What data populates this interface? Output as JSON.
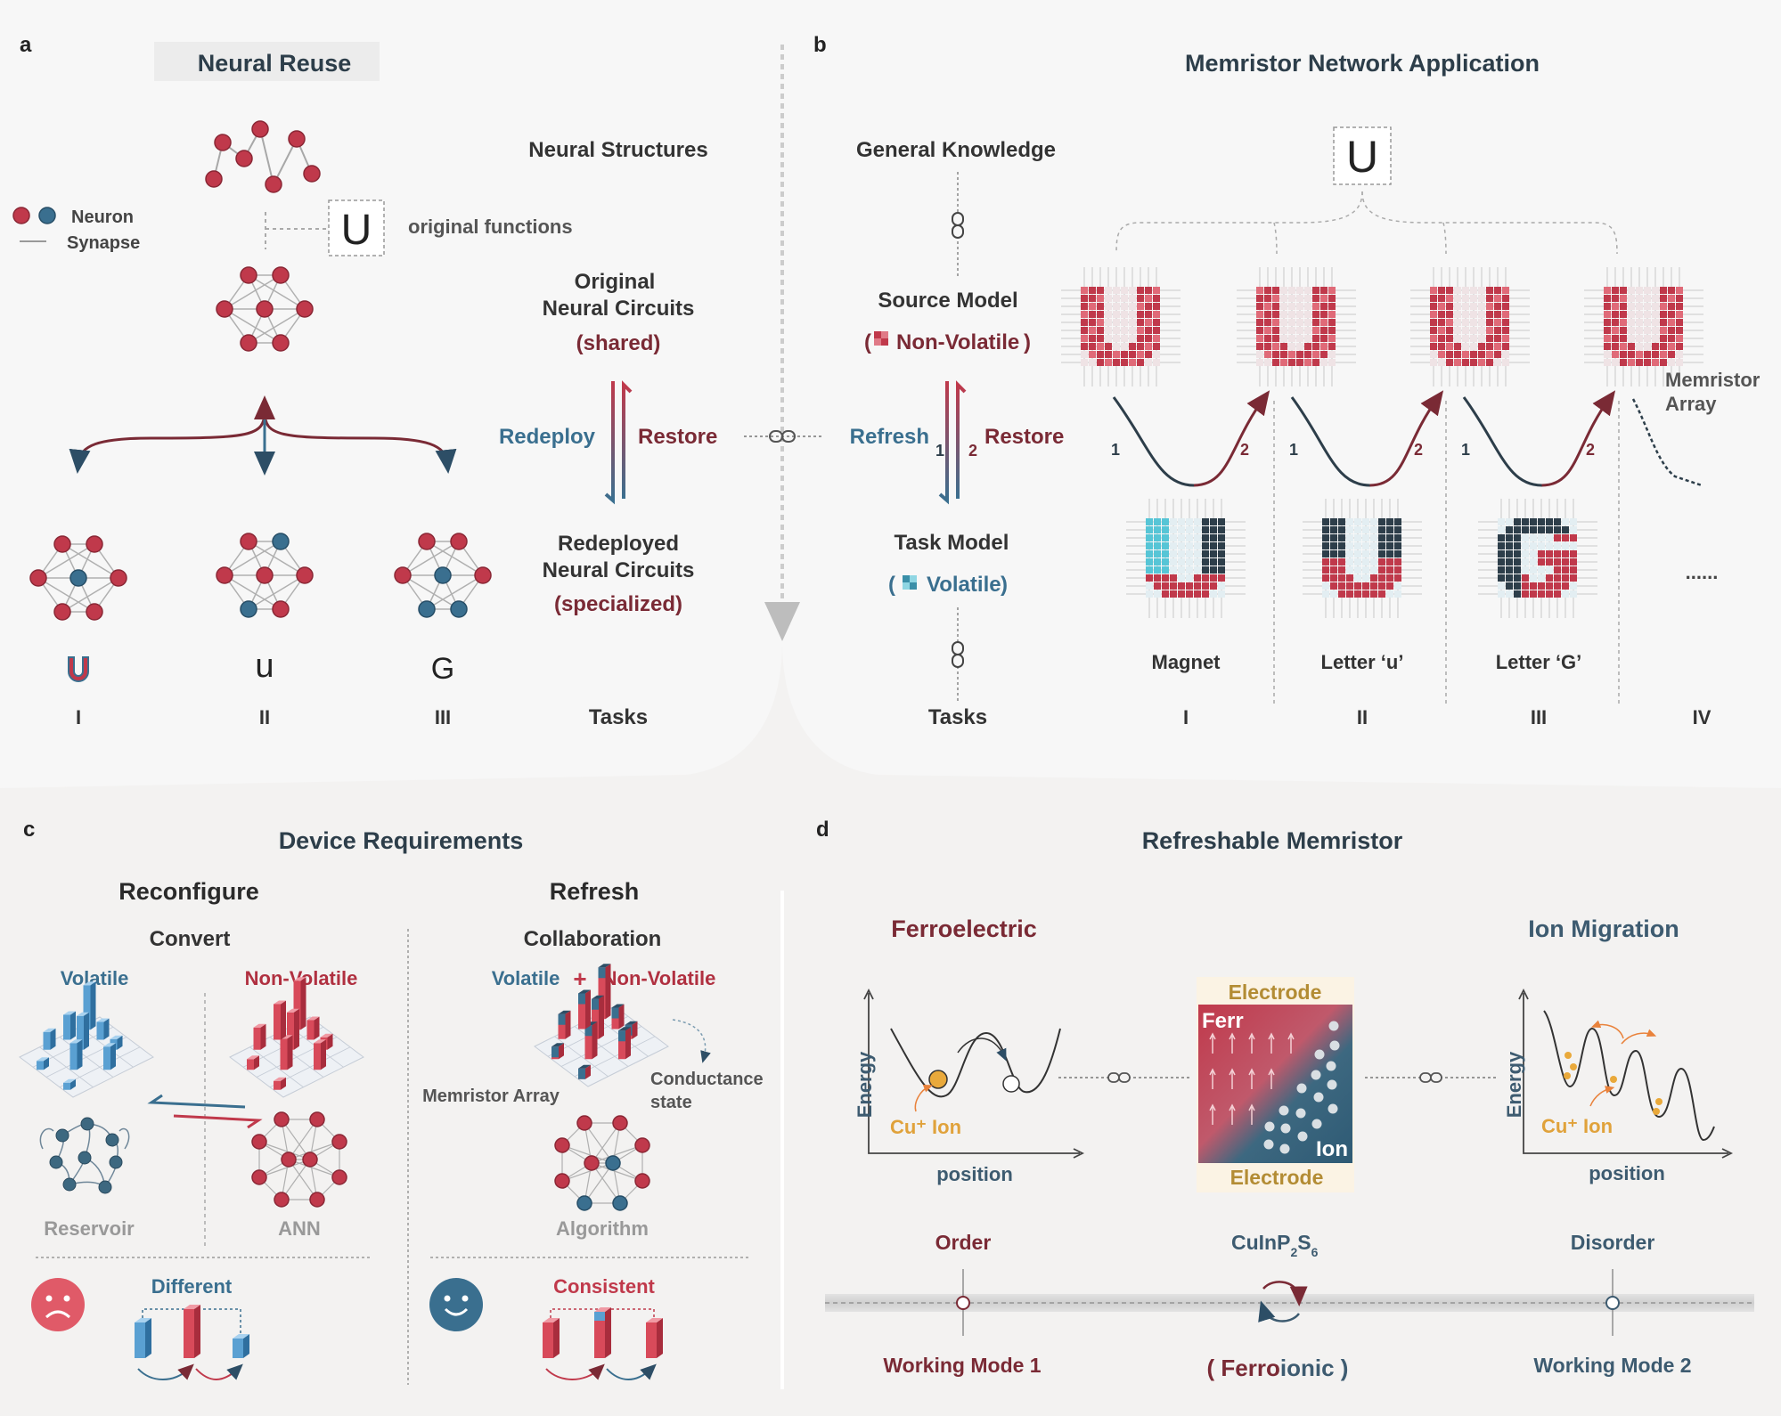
{
  "colors": {
    "red": "#c0394b",
    "blue": "#3a6f8f",
    "dark": "#2d3e4a",
    "gold": "#c9a042",
    "grey": "#8a8a8a",
    "orange": "#e9823b"
  },
  "panel_a": {
    "label": "a",
    "title": "Neural Reuse",
    "legend": {
      "neuron": "Neuron",
      "synapse": "Synapse"
    },
    "neural_structures": "Neural Structures",
    "original_functions": "original functions",
    "u_glyph": "U",
    "original_circuits": [
      "Original",
      "Neural Circuits"
    ],
    "shared": "(shared)",
    "redeploy": "Redeploy",
    "restore": "Restore",
    "redeployed_circuits": [
      "Redeployed",
      "Neural Circuits"
    ],
    "specialized": "(specialized)",
    "task_symbols": [
      "u",
      "G"
    ],
    "roman": [
      "I",
      "II",
      "III"
    ],
    "tasks": "Tasks"
  },
  "panel_b": {
    "label": "b",
    "title": "Memristor Network Application",
    "general_knowledge": "General  Knowledge",
    "u_glyph": "U",
    "source_model": "Source Model",
    "non_volatile": "Non-Volatile",
    "refresh": "Refresh",
    "restore": "Restore",
    "num1": "1",
    "num2": "2",
    "task_model": "Task Model",
    "volatile": "Volatile",
    "paren_open": "(",
    "paren_close": ")",
    "memristor_array": [
      "Memristor",
      "Array"
    ],
    "ellipsis": "......",
    "task_labels": [
      "Magnet",
      "Letter ‘u’",
      "Letter ‘G’"
    ],
    "tasks": "Tasks",
    "roman": [
      "I",
      "II",
      "III",
      "IV"
    ]
  },
  "panel_c": {
    "label": "c",
    "title": "Device Requirements",
    "reconfigure": "Reconfigure",
    "convert": "Convert",
    "volatile": "Volatile",
    "non_volatile": "Non-Volatile",
    "reservoir": "Reservoir",
    "ann": "ANN",
    "different": "Different",
    "refresh": "Refresh",
    "collaboration": "Collaboration",
    "plus": "+",
    "memristor_array": "Memristor Array",
    "conductance": [
      "Conductance",
      "state"
    ],
    "algorithm": "Algorithm",
    "consistent": "Consistent"
  },
  "panel_d": {
    "label": "d",
    "title": "Refreshable Memristor",
    "ferroelectric": "Ferroelectric",
    "ion_migration": "Ion Migration",
    "energy": "Energy",
    "position": "position",
    "cu_ion": "Cu⁺ Ion",
    "electrode": "Electrode",
    "ferr": "Ferr",
    "ion": "Ion",
    "order": "Order",
    "disorder": "Disorder",
    "compound": [
      "CuInP",
      "2",
      "S",
      "6"
    ],
    "working_mode_1": "Working Mode 1",
    "working_mode_2": "Working Mode 2",
    "ferroionic": [
      "( ",
      "Ferro",
      "ionic",
      " )"
    ]
  }
}
